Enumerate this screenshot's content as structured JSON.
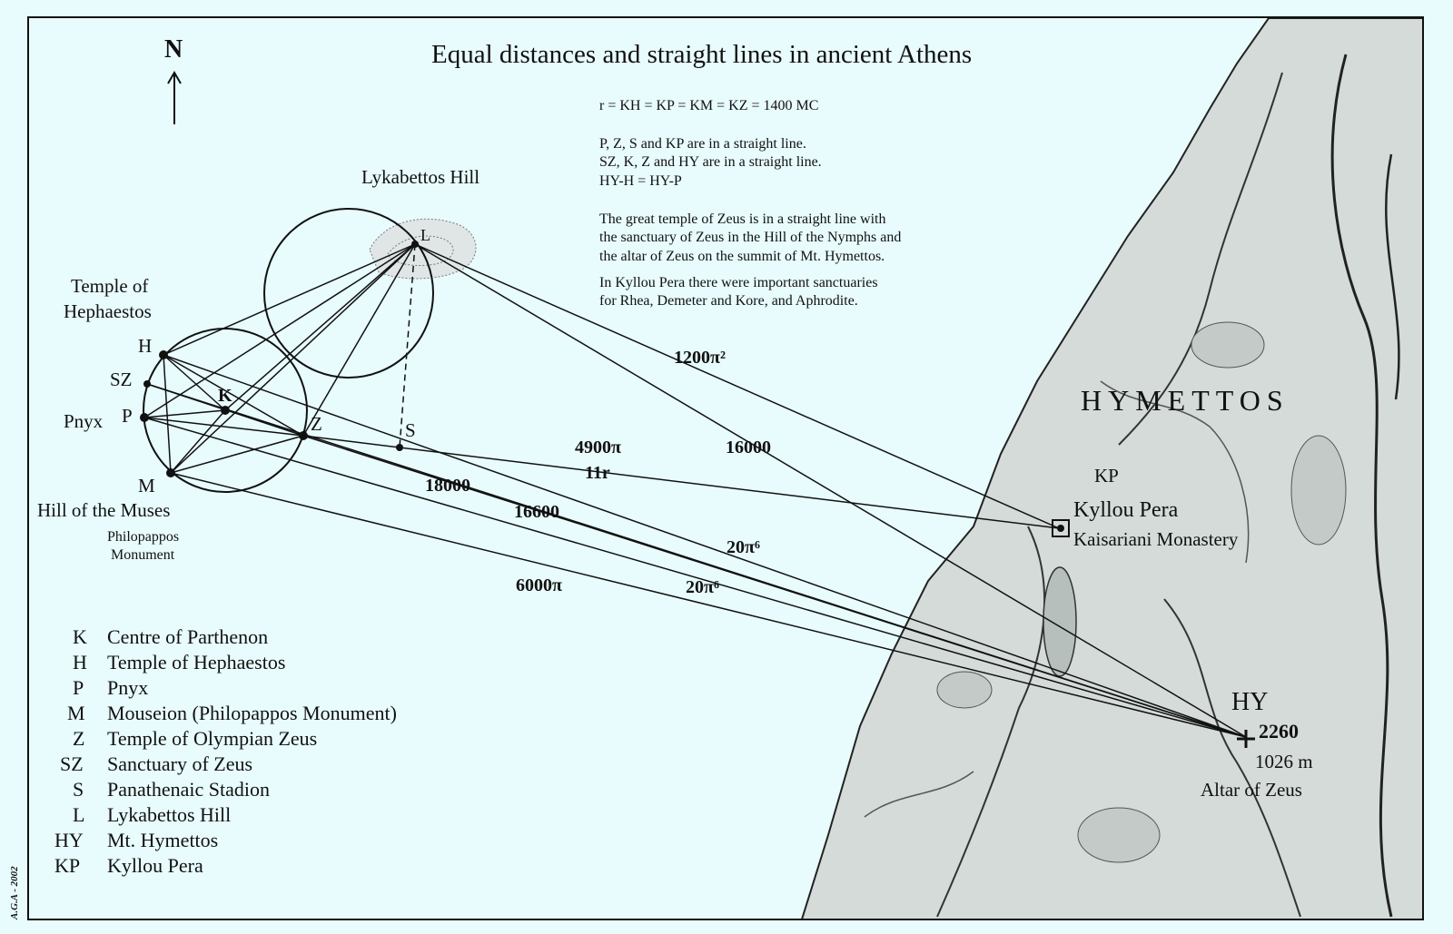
{
  "title": "Equal distances and straight lines in ancient Athens",
  "north_label": "N",
  "notes": [
    "r = KH = KP = KM = KZ = 1400 MC",
    "P, Z, S and KP are in a straight line.",
    "SZ, K, Z and HY are in a straight line.",
    "HY-H = HY-P",
    "The great temple of Zeus is in a straight line with",
    "the sanctuary of Zeus in the Hill of the Nymphs and",
    "the altar of Zeus on the summit of Mt. Hymettos.",
    "In Kyllou Pera there were important sanctuaries",
    "for Rhea, Demeter and Kore, and Aphrodite."
  ],
  "place_labels": {
    "lykabettos": "Lykabettos Hill",
    "hephaestos_1": "Temple of",
    "hephaestos_2": "Hephaestos",
    "pnyx": "Pnyx",
    "muses": "Hill of the Muses",
    "philopappos_1": "Philopappos",
    "philopappos_2": "Monument",
    "hymettos": "HYMETTOS",
    "kyllou": "Kyllou Pera",
    "kaisariani": "Kaisariani Monastery",
    "hy_height": "1026 m",
    "altar": "Altar of Zeus"
  },
  "points": {
    "L": "L",
    "H": "H",
    "SZ": "SZ",
    "P": "P",
    "K": "K",
    "Z": "Z",
    "S": "S",
    "M": "M",
    "KP": "KP",
    "HY": "HY"
  },
  "measures": {
    "m1200": "1200π²",
    "m16000": "16000",
    "m4900": "4900π",
    "m11r": "11r",
    "m18000": "18000",
    "m16600": "16600",
    "m20p6a": "20π⁶",
    "m6000": "6000π",
    "m20p6b": "20π⁶",
    "m2260": "2260"
  },
  "legend": [
    {
      "code": "K",
      "name": "Centre of Parthenon"
    },
    {
      "code": "H",
      "name": "Temple of Hephaestos"
    },
    {
      "code": "P",
      "name": "Pnyx"
    },
    {
      "code": "M",
      "name": "Mouseion (Philopappos Monument)"
    },
    {
      "code": "Z",
      "name": "Temple of Olympian Zeus"
    },
    {
      "code": "SZ",
      "name": "Sanctuary of Zeus"
    },
    {
      "code": "S",
      "name": "Panathenaic Stadion"
    },
    {
      "code": "L",
      "name": "Lykabettos Hill"
    },
    {
      "code": "HY",
      "name": "Mt. Hymettos"
    },
    {
      "code": "KP",
      "name": "Kyllou Pera"
    }
  ],
  "credit": "A.G.A - 2002"
}
